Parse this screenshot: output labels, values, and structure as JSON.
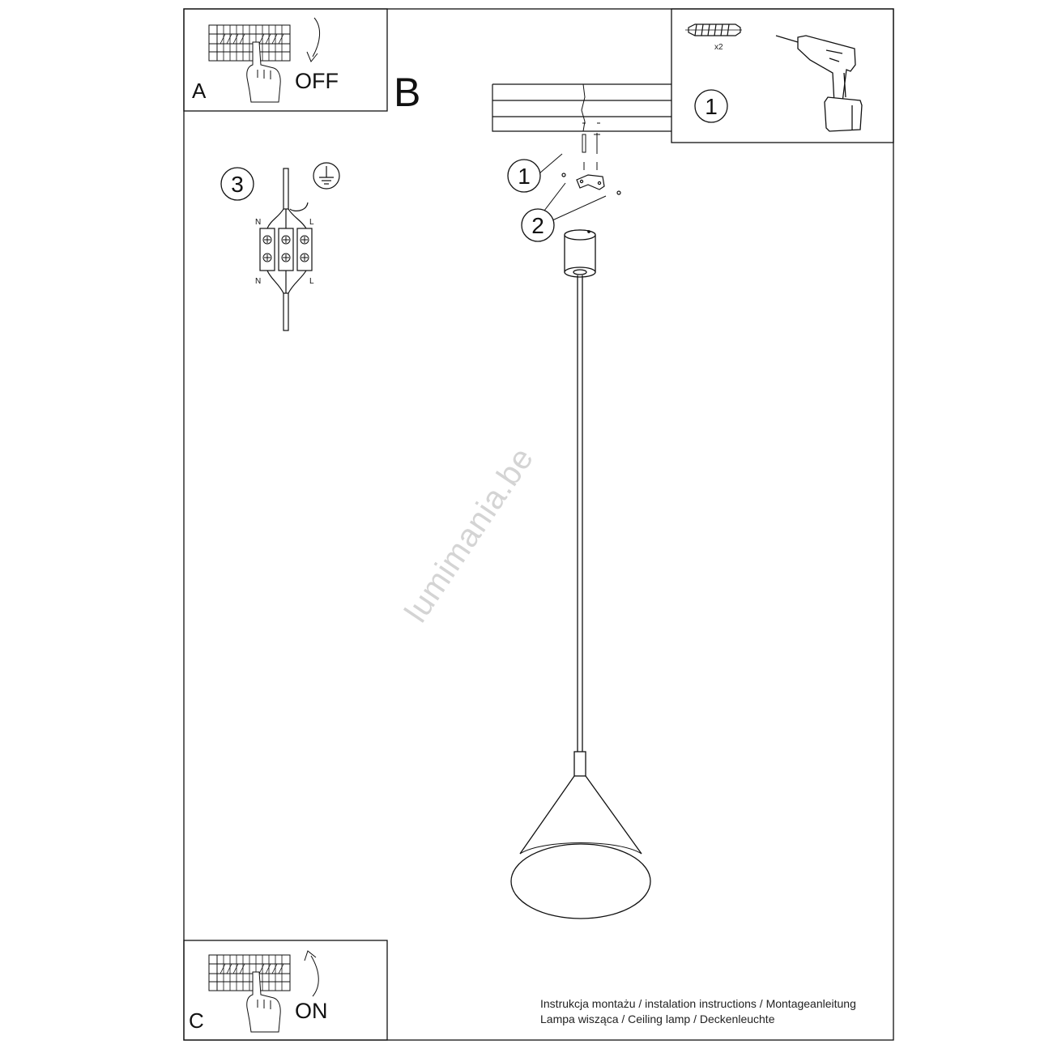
{
  "steps": {
    "a_label": "A",
    "off_label": "OFF",
    "b_label": "B",
    "c_label": "C",
    "on_label": "ON"
  },
  "callouts": {
    "circle_1_top": "1",
    "circle_1_left": "1",
    "circle_2": "2",
    "circle_3": "3",
    "dowel_qty": "x2"
  },
  "wiring": {
    "n_label_top": "N",
    "l_label_top": "L",
    "n_label_bottom": "N",
    "l_label_bottom": "L"
  },
  "footer": {
    "line1": "Instrukcja montażu / instalation instructions / Montageanleitung",
    "line2": "Lampa wisząca / Ceiling lamp / Deckenleuchte"
  },
  "watermark": "lumimania.be"
}
